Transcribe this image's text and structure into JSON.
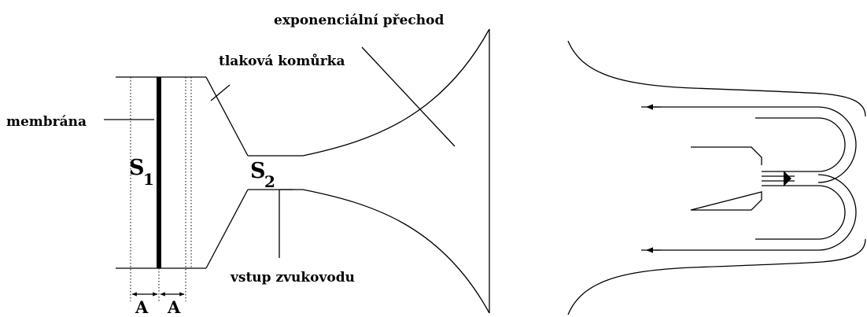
{
  "labels": {
    "transition": "exponenciální přechod",
    "chamber": "tlaková komůrka",
    "membrane": "membrána",
    "s1_base": "S",
    "s1_sub": "1",
    "s2_base": "S",
    "s2_sub": "2",
    "inlet": "vstup zvukovodu",
    "a_left": "A",
    "a_right": "A"
  }
}
